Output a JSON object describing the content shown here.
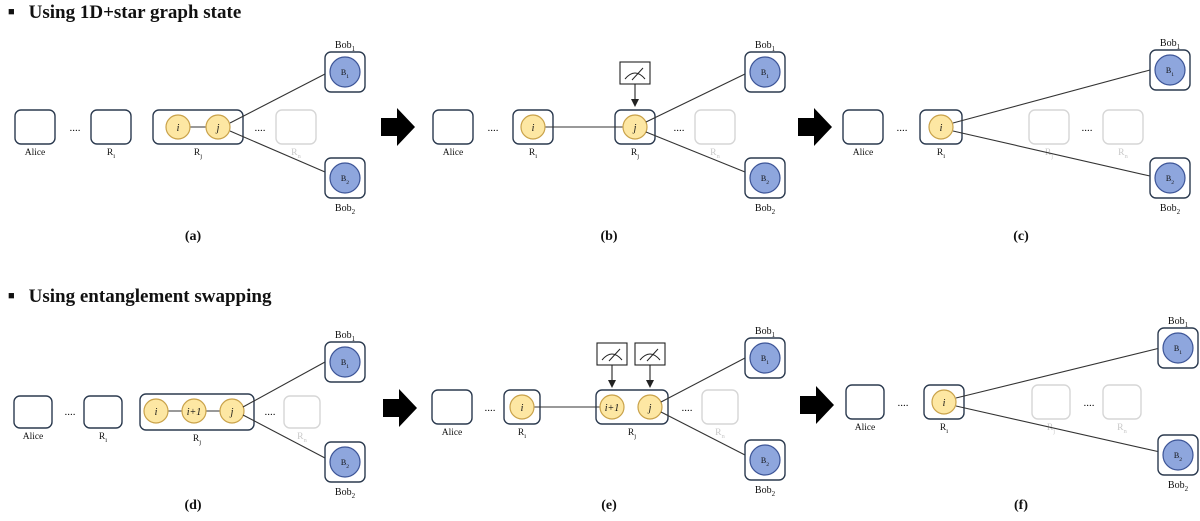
{
  "section1": {
    "title": "Using 1D+star graph state"
  },
  "section2": {
    "title": "Using entanglement swapping"
  },
  "labels": {
    "alice": "Alice",
    "ri": "R",
    "ri_sub": "i",
    "rj": "R",
    "rj_sub": "j",
    "rn": "R",
    "rn_sub": "n",
    "bob1": "Bob",
    "bob1_sub": "1",
    "bob2": "Bob",
    "bob2_sub": "2",
    "ellipsis": "....",
    "qubit_i": "i",
    "qubit_j": "j",
    "qubit_i1": "i+1",
    "qubit_b1": "B",
    "qubit_b1_sub": "1",
    "qubit_b2": "B",
    "qubit_b2_sub": "2"
  },
  "panels": [
    "(a)",
    "(b)",
    "(c)",
    "(d)",
    "(e)",
    "(f)"
  ],
  "colors": {
    "node_border": "#2b3a4f",
    "faded_border": "#d6d6d6",
    "faded_text": "#c8c8c8",
    "qubit_fill": "#fde7a3",
    "qubit_stroke": "#c9a24a",
    "bob_fill": "#8ea6dd",
    "bob_stroke": "#3d5597",
    "arrow": "#000000",
    "line": "#333333"
  }
}
